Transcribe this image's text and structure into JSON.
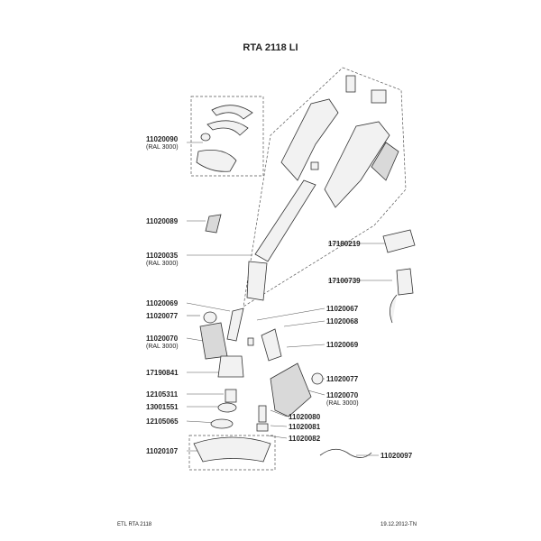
{
  "title": "RTA 2118 LI",
  "footer": {
    "left": "ETL RTA 2118",
    "right": "19.12.2012-TN"
  },
  "parts": [
    {
      "number": "11020090",
      "note": "(RAL 3000)"
    },
    {
      "number": "11020089",
      "note": ""
    },
    {
      "number": "11020035",
      "note": "(RAL 3000)"
    },
    {
      "number": "17180219",
      "note": ""
    },
    {
      "number": "17100739",
      "note": ""
    },
    {
      "number": "11020069",
      "note": ""
    },
    {
      "number": "11020077",
      "note": ""
    },
    {
      "number": "11020070",
      "note": "(RAL 3000)"
    },
    {
      "number": "17190841",
      "note": ""
    },
    {
      "number": "12105311",
      "note": ""
    },
    {
      "number": "13001551",
      "note": ""
    },
    {
      "number": "12105065",
      "note": ""
    },
    {
      "number": "11020107",
      "note": ""
    },
    {
      "number": "11020067",
      "note": ""
    },
    {
      "number": "11020068",
      "note": ""
    },
    {
      "number": "11020069",
      "note": ""
    },
    {
      "number": "11020077",
      "note": ""
    },
    {
      "number": "11020070",
      "note": "(RAL 3000)"
    },
    {
      "number": "11020080",
      "note": ""
    },
    {
      "number": "11020081",
      "note": ""
    },
    {
      "number": "11020082",
      "note": ""
    },
    {
      "number": "11020097",
      "note": ""
    }
  ]
}
